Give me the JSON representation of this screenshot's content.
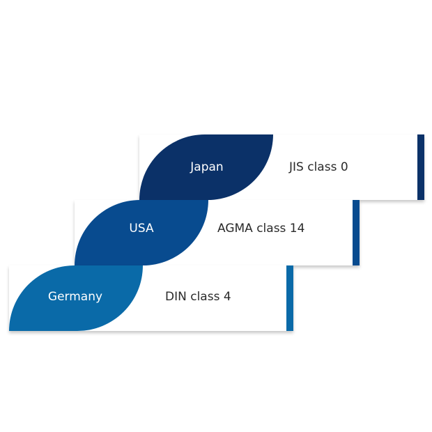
{
  "rows": [
    {
      "country": "Japan",
      "standard": "JIS class 0",
      "color": "#0b3168"
    },
    {
      "country": "USA",
      "standard": "AGMA class 14",
      "color": "#084b8f"
    },
    {
      "country": "Germany",
      "standard": "DIN class 4",
      "color": "#0a6aa8"
    }
  ]
}
